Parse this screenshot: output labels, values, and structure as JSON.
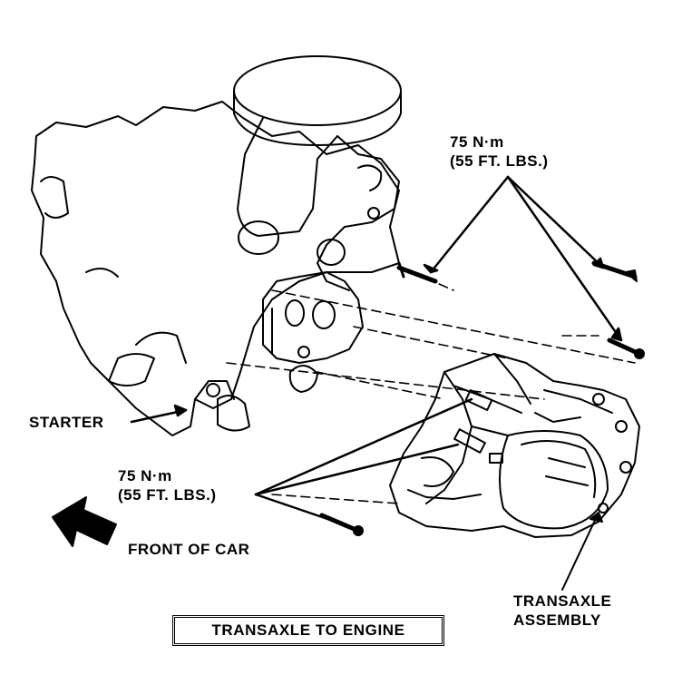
{
  "torque_top": {
    "line1": "75 N·m",
    "line2": "(55 FT. LBS.)"
  },
  "torque_bottom": {
    "line1": "75 N·m",
    "line2": "(55 FT. LBS.)"
  },
  "starter": "STARTER",
  "front": "FRONT OF CAR",
  "transaxle": {
    "line1": "TRANSAXLE",
    "line2": "ASSEMBLY"
  },
  "caption": "TRANSAXLE TO ENGINE",
  "colors": {
    "ink": "#000000",
    "paper": "#ffffff"
  }
}
